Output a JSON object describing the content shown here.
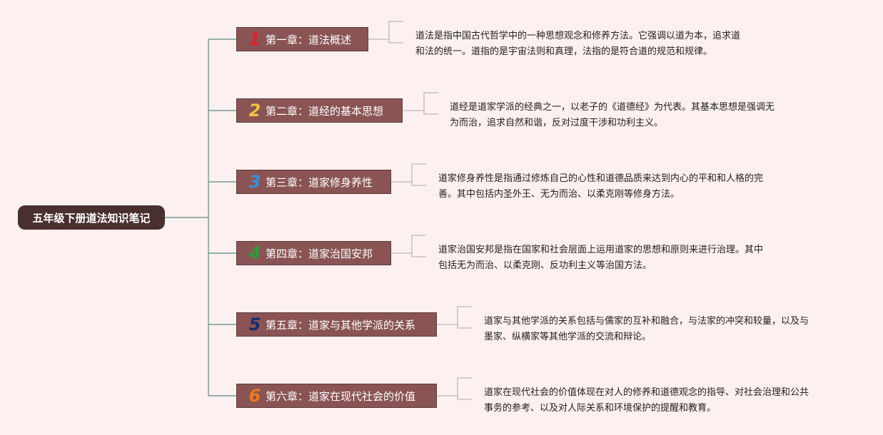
{
  "root": {
    "label": "五年级下册道法知识笔记"
  },
  "chapters": [
    {
      "num": "1",
      "color": "#e0202a",
      "title": "第一章：道法概述",
      "desc1": "道法是指中国古代哲学中的一种思想观念和修养方法。它强调以道为本，追求道",
      "desc2": "和法的统一。道指的是宇宙法则和真理，法指的是符合道的规范和规律。"
    },
    {
      "num": "2",
      "color": "#f2c342",
      "title": "第二章：道经的基本思想",
      "desc1": "道经是道家学派的经典之一，以老子的《道德经》为代表。其基本思想是强调无",
      "desc2": "为而治，追求自然和谐，反对过度干涉和功利主义。"
    },
    {
      "num": "3",
      "color": "#3a8fd4",
      "title": "第三章：道家修身养性",
      "desc1": "道家修身养性是指通过修炼自己的心性和道德品质来达到内心的平和和人格的完",
      "desc2": "善。其中包括内圣外王、无为而治、以柔克刚等修身方法。"
    },
    {
      "num": "4",
      "color": "#2e9a3a",
      "title": "第四章：道家治国安邦",
      "desc1": "道家治国安邦是指在国家和社会层面上运用道家的思想和原则来进行治理。其中",
      "desc2": "包括无为而治、以柔克刚、反功利主义等治国方法。"
    },
    {
      "num": "5",
      "color": "#1c2a6e",
      "title": "第五章：道家与其他学派的关系",
      "desc1": "道家与其他学派的关系包括与儒家的互补和融合，与法家的冲突和较量，以及与",
      "desc2": "墨家、纵横家等其他学派的交流和辩论。"
    },
    {
      "num": "6",
      "color": "#f07a1e",
      "title": "第六章：道家在现代社会的价值",
      "desc1": "道家在现代社会的价值体现在对人的修养和道德观念的指导、对社会治理和公共",
      "desc2": "事务的参考、以及对人际关系和环境保护的提醒和教育。"
    }
  ]
}
